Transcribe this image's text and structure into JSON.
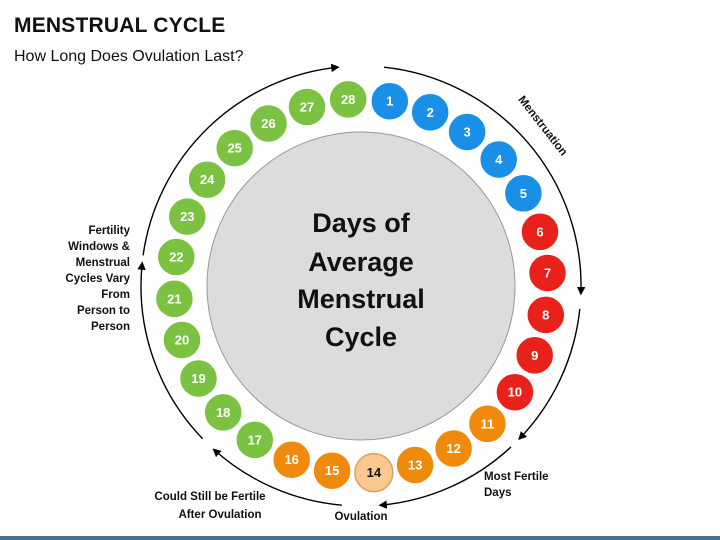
{
  "header": {
    "title": "MENSTRUAL CYCLE",
    "subtitle": "How Long Does Ovulation Last?"
  },
  "center_text": [
    "Days of",
    "Average",
    "Menstrual",
    "Cycle"
  ],
  "labels": {
    "menstruation": "Menstruation",
    "fertility_windows": [
      "Fertility",
      "Windows &",
      "Menstrual",
      "Cycles Vary",
      "From",
      "Person to",
      "Person"
    ],
    "most_fertile": [
      "Most Fertile",
      "Days"
    ],
    "ovulation": "Ovulation",
    "still_fertile": [
      "Could Still be Fertile",
      "After Ovulation"
    ]
  },
  "colors": {
    "menstruation": "#1a8fe8",
    "fertile_red": "#e8221a",
    "fertile_orange": "#f08a0c",
    "ovulation": "#fbc88f",
    "safe": "#7cc242",
    "center_fill": "#dcdcdc",
    "center_stroke": "#999999",
    "ring_stroke": "#000000"
  },
  "days": [
    {
      "n": "1",
      "phase": "menstruation"
    },
    {
      "n": "2",
      "phase": "menstruation"
    },
    {
      "n": "3",
      "phase": "menstruation"
    },
    {
      "n": "4",
      "phase": "menstruation"
    },
    {
      "n": "5",
      "phase": "menstruation"
    },
    {
      "n": "6",
      "phase": "fertile_red"
    },
    {
      "n": "7",
      "phase": "fertile_red"
    },
    {
      "n": "8",
      "phase": "fertile_red"
    },
    {
      "n": "9",
      "phase": "fertile_red"
    },
    {
      "n": "10",
      "phase": "fertile_red"
    },
    {
      "n": "11",
      "phase": "fertile_orange"
    },
    {
      "n": "12",
      "phase": "fertile_orange"
    },
    {
      "n": "13",
      "phase": "fertile_orange"
    },
    {
      "n": "14",
      "phase": "ovulation"
    },
    {
      "n": "15",
      "phase": "fertile_orange"
    },
    {
      "n": "16",
      "phase": "fertile_orange"
    },
    {
      "n": "17",
      "phase": "safe"
    },
    {
      "n": "18",
      "phase": "safe"
    },
    {
      "n": "19",
      "phase": "safe"
    },
    {
      "n": "20",
      "phase": "safe"
    },
    {
      "n": "21",
      "phase": "safe"
    },
    {
      "n": "22",
      "phase": "safe"
    },
    {
      "n": "23",
      "phase": "safe"
    },
    {
      "n": "24",
      "phase": "safe"
    },
    {
      "n": "25",
      "phase": "safe"
    },
    {
      "n": "26",
      "phase": "safe"
    },
    {
      "n": "27",
      "phase": "safe"
    },
    {
      "n": "28",
      "phase": "safe"
    }
  ]
}
